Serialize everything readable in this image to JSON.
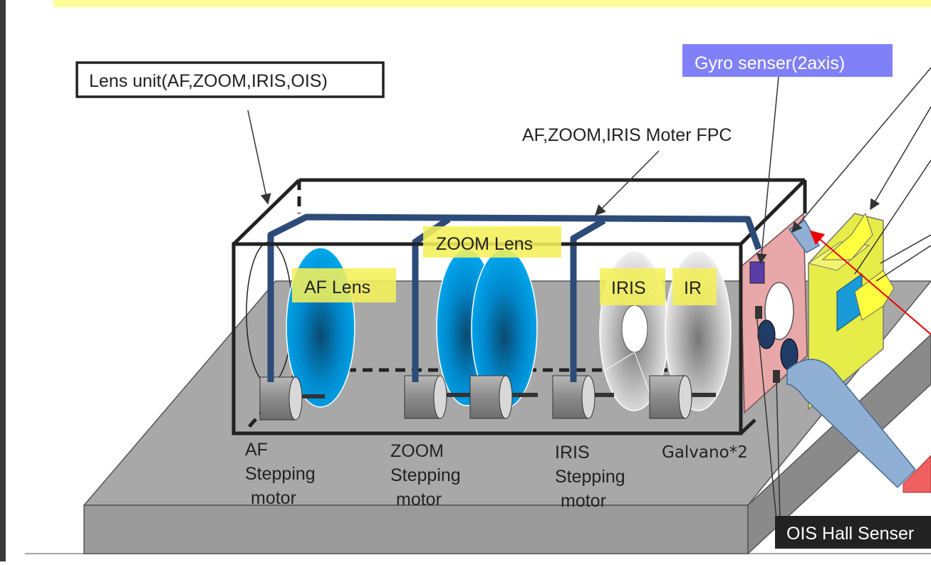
{
  "labels": {
    "lens_unit": "Lens unit(AF,ZOOM,IRIS,OIS)",
    "gyro": "Gyro senser(2axis)",
    "fpc": "AF,ZOOM,IRIS Moter FPC",
    "zoom_lens": "ZOOM Lens",
    "af_lens": "AF Lens",
    "iris": "IRIS",
    "ir": "IR",
    "af_motor": [
      "AF",
      "Stepping",
      "motor"
    ],
    "zoom_motor": [
      "ZOOM",
      "Stepping",
      "motor"
    ],
    "iris_motor": [
      "IRIS",
      "Stepping",
      "motor"
    ],
    "galvano": "Galvano*2",
    "ois_hall": "OIS Hall Senser"
  },
  "colors": {
    "top_band": "#ffff99",
    "label_highlight": "#f4f05a",
    "gyro_box": "#8080f8",
    "fpc_wire": "#2d4b79",
    "lens_blue": "#00a0e6",
    "ois_plate": "#e8a8aa",
    "yellow_block": "#e8ee4a",
    "hall_box": "#222222"
  }
}
